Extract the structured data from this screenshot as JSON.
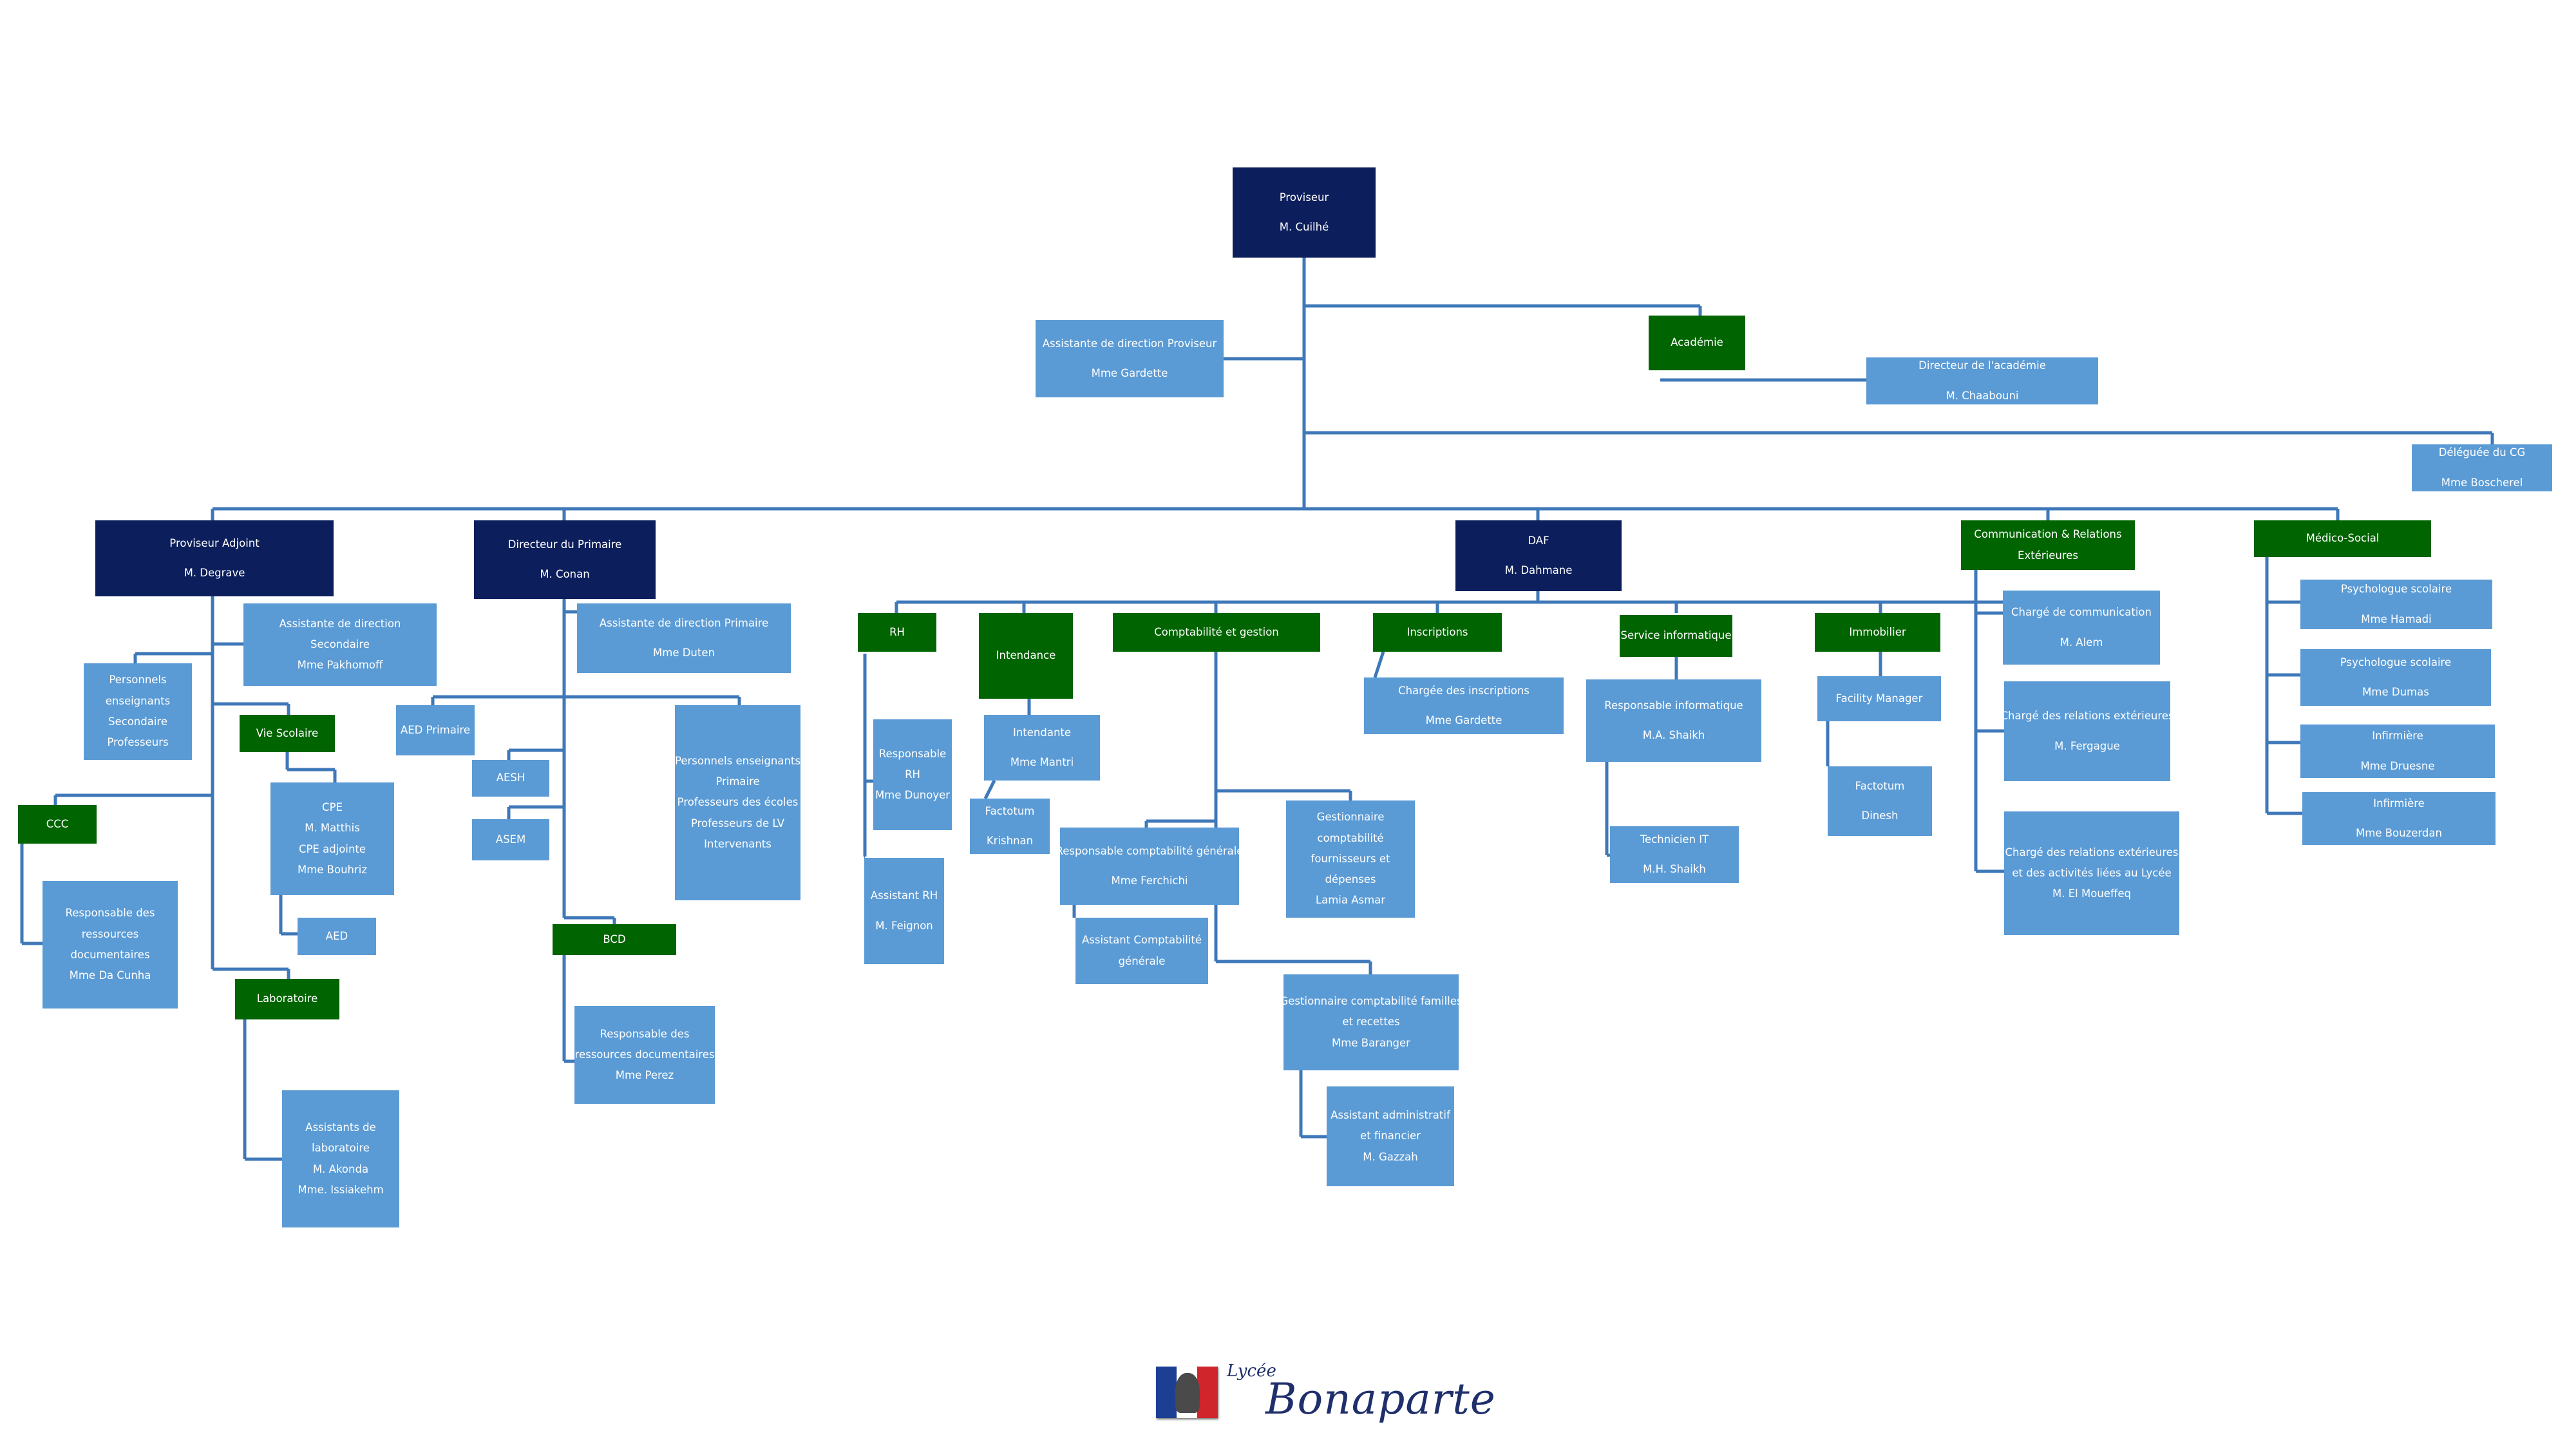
{
  "nodes": {
    "proviseur": [
      "Proviseur",
      "M. Cuilhé"
    ],
    "assistante_proviseur": [
      "Assistante de direction Proviseur",
      "Mme Gardette"
    ],
    "academie": [
      "Académie"
    ],
    "directeur_academie": [
      "Directeur de l'académie",
      "M. Chaabouni"
    ],
    "deleguee_cg": [
      "Déléguée du CG",
      "Mme Boscherel"
    ],
    "proviseur_adjoint": [
      "Proviseur Adjoint",
      "M. Degrave"
    ],
    "assistante_secondaire": [
      "Assistante de direction",
      "Secondaire",
      "Mme Pakhomoff"
    ],
    "personnels_secondaire": [
      "Personnels",
      "enseignants",
      "Secondaire",
      "Professeurs"
    ],
    "vie_scolaire": [
      "Vie Scolaire"
    ],
    "cpe": [
      "CPE",
      "M. Matthis",
      "CPE adjointe",
      "Mme Bouhriz"
    ],
    "aed": [
      "AED"
    ],
    "ccc": [
      "CCC"
    ],
    "resp_ressources_ccc": [
      "Responsable  des",
      "ressources",
      "documentaires",
      "Mme Da Cunha"
    ],
    "laboratoire": [
      "Laboratoire"
    ],
    "assistants_labo": [
      "Assistants de",
      "laboratoire",
      "M. Akonda",
      "Mme.  Issiakehm"
    ],
    "directeur_primaire": [
      "Directeur du Primaire",
      "M. Conan"
    ],
    "assistante_primaire": [
      "Assistante de  direction Primaire",
      "Mme Duten"
    ],
    "aed_primaire": [
      "AED Primaire"
    ],
    "aesh": [
      "AESH"
    ],
    "asem": [
      "ASEM"
    ],
    "personnels_primaire": [
      "Personnels enseignants",
      "Primaire",
      "Professeurs  des écoles",
      "Professeurs de LV",
      "Intervenants"
    ],
    "bcd": [
      "BCD"
    ],
    "resp_ressources_bcd": [
      "Responsable  des",
      "ressources documentaires",
      "Mme Perez"
    ],
    "daf": [
      "DAF",
      "M. Dahmane"
    ],
    "rh": [
      "RH"
    ],
    "responsable_rh": [
      "Responsable",
      "RH",
      "Mme Dunoyer"
    ],
    "assistant_rh": [
      "Assistant RH",
      "M. Feignon"
    ],
    "intendance": [
      "Intendance"
    ],
    "intendante": [
      "Intendante",
      "Mme Mantri"
    ],
    "factotum_krishnan": [
      "Factotum",
      "Krishnan"
    ],
    "comptabilite": [
      "Comptabilité et gestion"
    ],
    "resp_compta_generale": [
      "Responsable comptabilité générale",
      "Mme Ferchichi"
    ],
    "assistant_compta": [
      "Assistant Comptabilité",
      "générale"
    ],
    "gest_fournisseurs": [
      "Gestionnaire",
      "comptabilité",
      "fournisseurs et",
      "dépenses",
      "Lamia Asmar"
    ],
    "gest_familles": [
      "Gestionnaire comptabilité familles",
      "et recettes",
      "Mme Baranger"
    ],
    "assistant_admin": [
      "Assistant administratif",
      "et financier",
      "M. Gazzah"
    ],
    "inscriptions": [
      "Inscriptions"
    ],
    "chargee_inscriptions": [
      "Chargée des inscriptions",
      "Mme Gardette"
    ],
    "service_info": [
      "Service informatique"
    ],
    "resp_info": [
      "Responsable informatique",
      "M.A. Shaikh"
    ],
    "technicien_it": [
      "Technicien IT",
      "M.H. Shaikh"
    ],
    "immobilier": [
      "Immobilier"
    ],
    "facility_manager": [
      "Facility Manager"
    ],
    "factotum_dinesh": [
      "Factotum",
      "Dinesh"
    ],
    "communication": [
      "Communication & Relations",
      "Extérieures"
    ],
    "charge_communication": [
      "Chargé de communication",
      "M. Alem"
    ],
    "charge_relations": [
      "Chargé des relations extérieures",
      "M. Fergague"
    ],
    "charge_relations_activites": [
      "Chargé des relations extérieures",
      "et des activités liées au Lycée",
      "M. El Moueffeq"
    ],
    "medico_social": [
      "Médico-Social"
    ],
    "psy_hamadi": [
      "Psychologue scolaire",
      "Mme Hamadi"
    ],
    "psy_dumas": [
      "Psychologue scolaire",
      "Mme Dumas"
    ],
    "infirmiere_druesne": [
      "Infirmière",
      "Mme Druesne"
    ],
    "infirmiere_bouzerdan": [
      "Infirmière",
      "Mme Bouzerdan"
    ]
  },
  "logo": {
    "lycee": "Lycée",
    "name": "Bonaparte"
  },
  "colors": {
    "dark": "#0c1f5c",
    "green": "#006400",
    "light": "#5b9bd5",
    "line": "#3f78b9"
  }
}
